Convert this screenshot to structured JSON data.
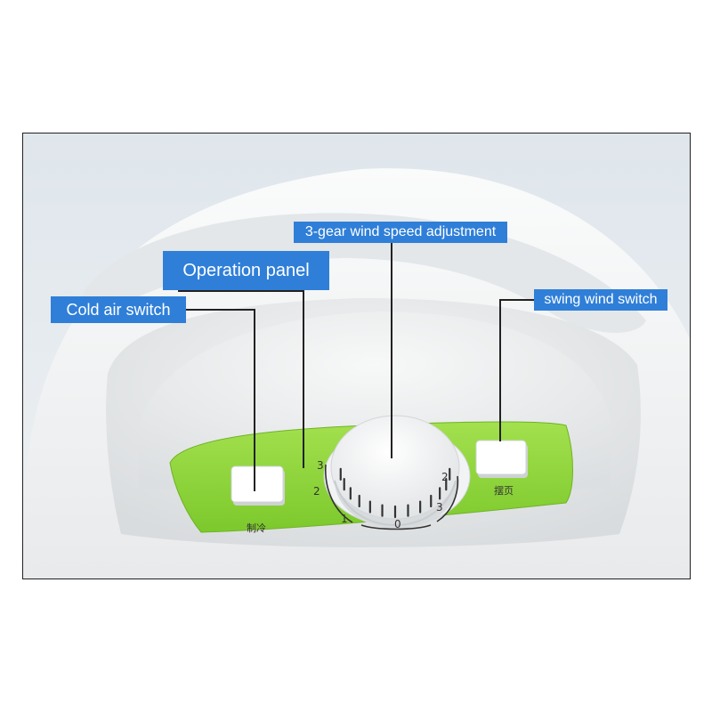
{
  "callouts": {
    "cold_air_switch": "Cold air switch",
    "operation_panel": "Operation panel",
    "wind_speed_adjustment": "3-gear wind speed adjustment",
    "swing_wind_switch": "swing wind switch"
  },
  "panel": {
    "cool_label": "制冷",
    "swing_label": "摆页"
  },
  "dial": {
    "left_numbers": [
      "3",
      "2",
      "1"
    ],
    "bottom_number": "0",
    "right_numbers": [
      "2",
      "3"
    ]
  },
  "colors": {
    "callout_bg": "#2f7fd8",
    "panel_green": "#8fd63c",
    "housing": "#f4f5f6"
  }
}
